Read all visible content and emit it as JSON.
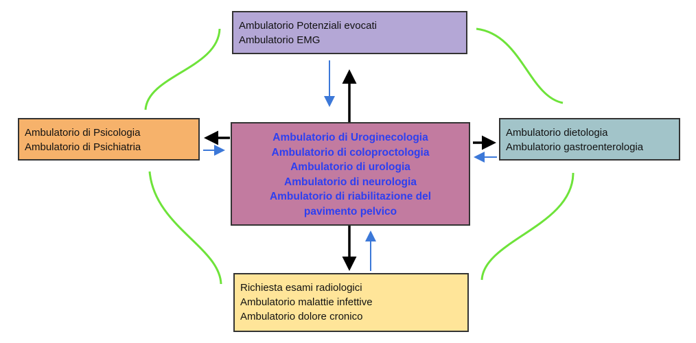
{
  "boxes": {
    "top": [
      "Ambulatorio Potenziali evocati",
      "Ambulatorio EMG"
    ],
    "left": [
      "Ambulatorio di Psicologia",
      "Ambulatorio di Psichiatria"
    ],
    "right": [
      "Ambulatorio dietologia",
      "Ambulatorio gastroenterologia"
    ],
    "bottom": [
      "Richiesta esami radiologici",
      "Ambulatorio malattie infettive",
      "Ambulatorio dolore cronico"
    ],
    "center": [
      "Ambulatorio di Uroginecologia",
      "Ambulatorio di coloproctologia",
      "Ambulatorio di urologia",
      "Ambulatorio di neurologia",
      "Ambulatorio di riabilitazione del",
      "pavimento pelvico"
    ]
  },
  "colors": {
    "top": "#b4a7d6",
    "left": "#f6b26b",
    "right": "#a2c4c9",
    "bottom": "#ffe599",
    "center": "#c27ba0",
    "center_text": "#2d3ff0",
    "outgoing_arrow": "#000000",
    "incoming_arrow": "#3c78d8",
    "curve": "#6ee33a"
  }
}
